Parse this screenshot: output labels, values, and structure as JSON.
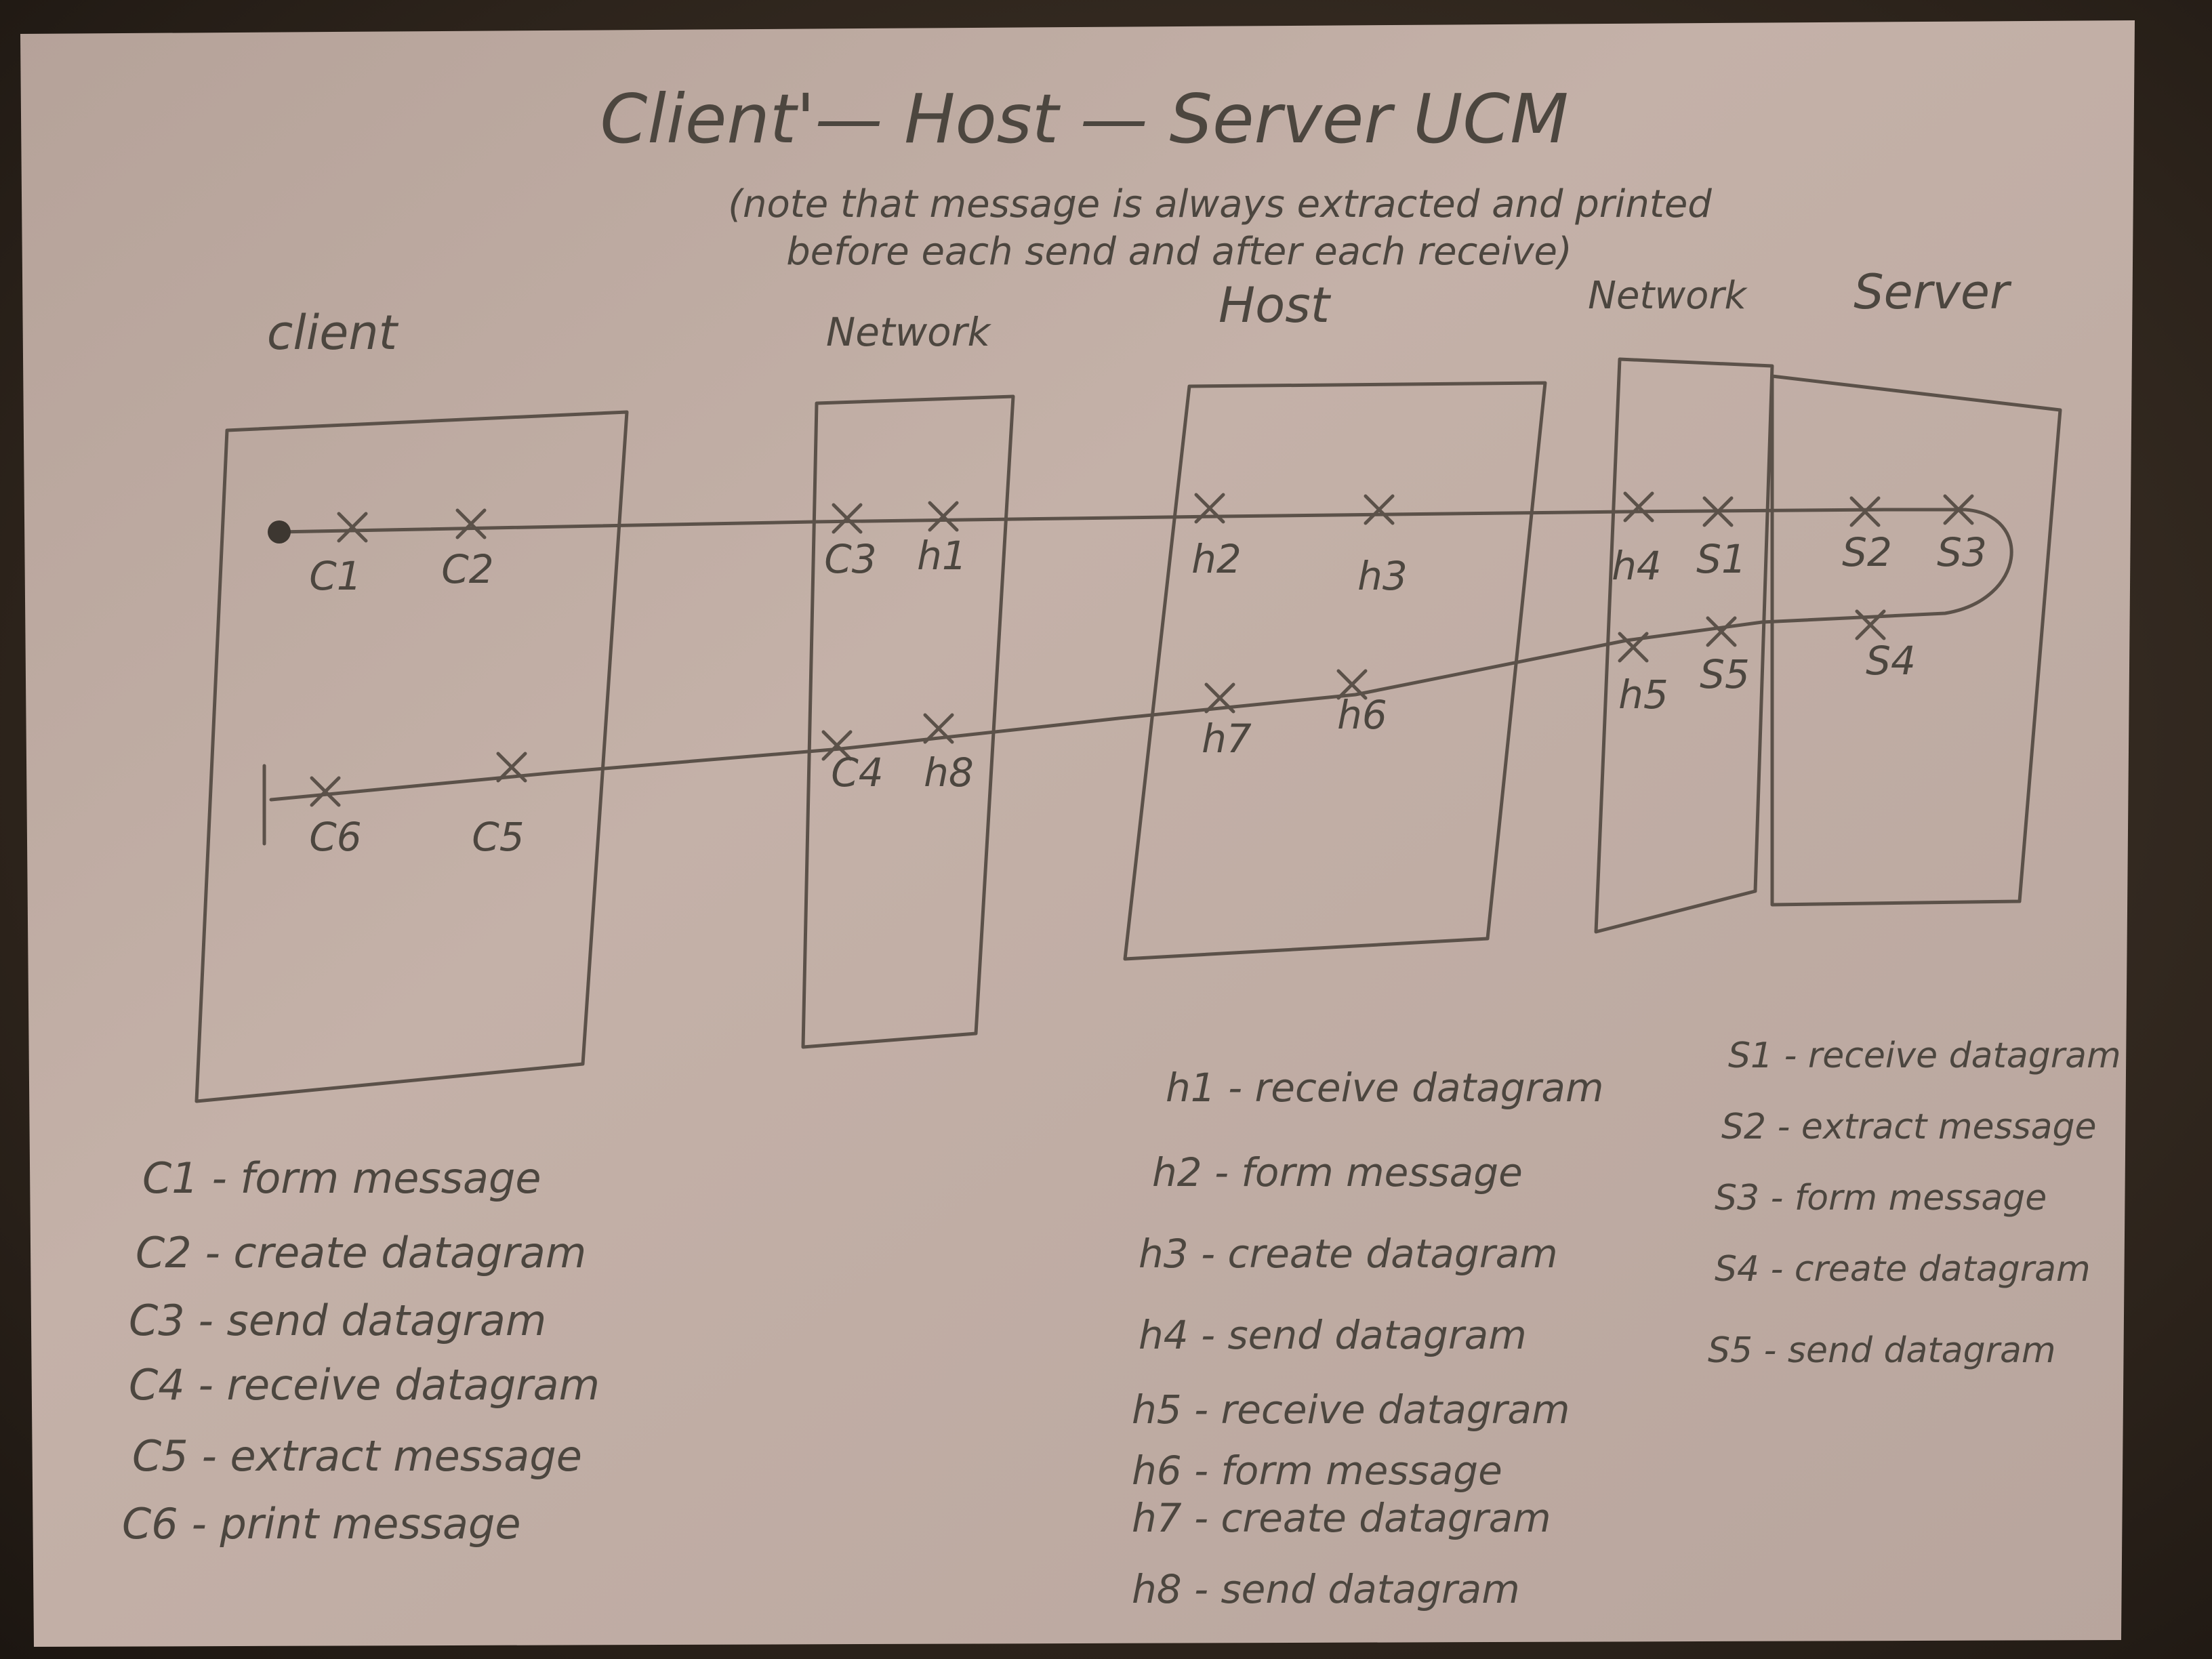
{
  "title": "Client'— Host — Server UCM",
  "note": {
    "line1": "(note that message is always extracted and printed",
    "line2": "before each send and after each receive)"
  },
  "columns": {
    "client": "client",
    "network_left": "Network",
    "host": "Host",
    "network_right": "Network",
    "server": "Server"
  },
  "markers": {
    "c1": "C1",
    "c2": "C2",
    "c3": "C3",
    "h1": "h1",
    "h2": "h2",
    "h3": "h3",
    "h4": "h4",
    "s1": "S1",
    "s2": "S2",
    "s3": "S3",
    "s4": "S4",
    "s5": "S5",
    "h5": "h5",
    "h6": "h6",
    "h7": "h7",
    "h8": "h8",
    "c4": "C4",
    "c5": "C5",
    "c6": "C6"
  },
  "legend_client": [
    "C1 - form message",
    "C2 - create datagram",
    "C3 - send datagram",
    "C4 - receive datagram",
    "C5 - extract message",
    "C6 - print message"
  ],
  "legend_host": [
    "h1 - receive datagram",
    "h2 - form message",
    "h3 - create datagram",
    "h4 - send datagram",
    "h5 - receive datagram",
    "h6 - form message",
    "h7 - create datagram",
    "h8 - send datagram"
  ],
  "legend_server": [
    "S1 - receive datagram",
    "S2 - extract message",
    "S3 - form message",
    "S4 - create datagram",
    "S5 - send datagram"
  ],
  "colors": {
    "paper": "#c2aea5",
    "ink": "#4c463f",
    "background": "#2a211a"
  }
}
